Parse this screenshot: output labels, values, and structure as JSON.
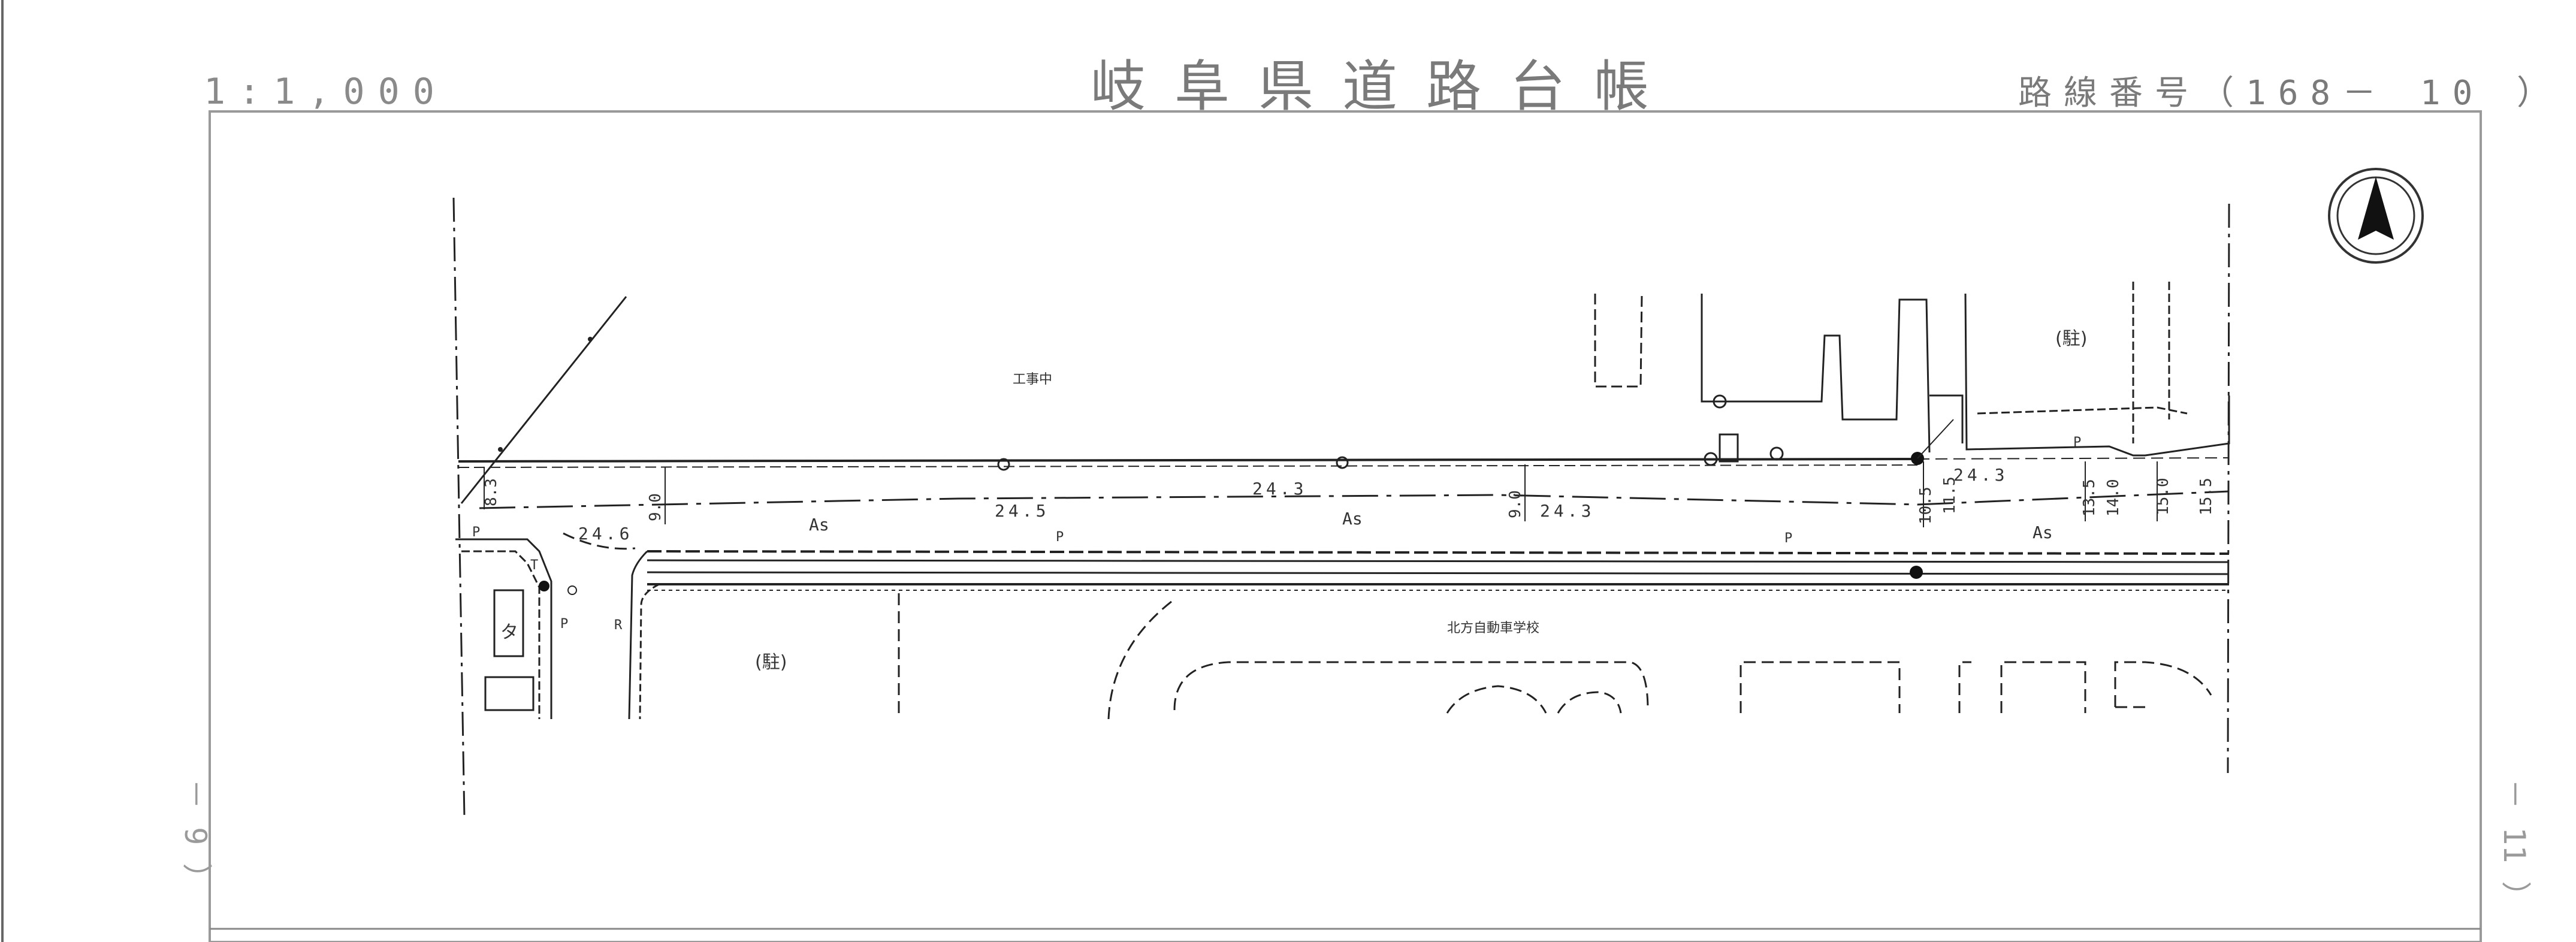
{
  "header": {
    "scale": "1:1,000",
    "title": "岐阜県道路台帳",
    "route_number": "路線番号（168－ 10 ）"
  },
  "sheet_refs": {
    "previous": "－ 9 ）",
    "next": "－ 11 ）"
  },
  "map_labels": {
    "construction": "工事中",
    "parking_north": "(駐)",
    "parking_south": "(駐)",
    "school": "北方自動車学校",
    "pavement": "As",
    "sidewalk": "P",
    "shop_mark": "タ",
    "point_t": "T",
    "point_r": "R"
  },
  "elevations": [
    "24.3",
    "24.5",
    "24.6",
    "24.3",
    "24.3"
  ],
  "road_widths": [
    "8.3",
    "9.0",
    "9.0",
    "10.5",
    "11.5",
    "13.5",
    "14.0",
    "15.0",
    "15.5"
  ],
  "north_arrow": "north-arrow-icon"
}
